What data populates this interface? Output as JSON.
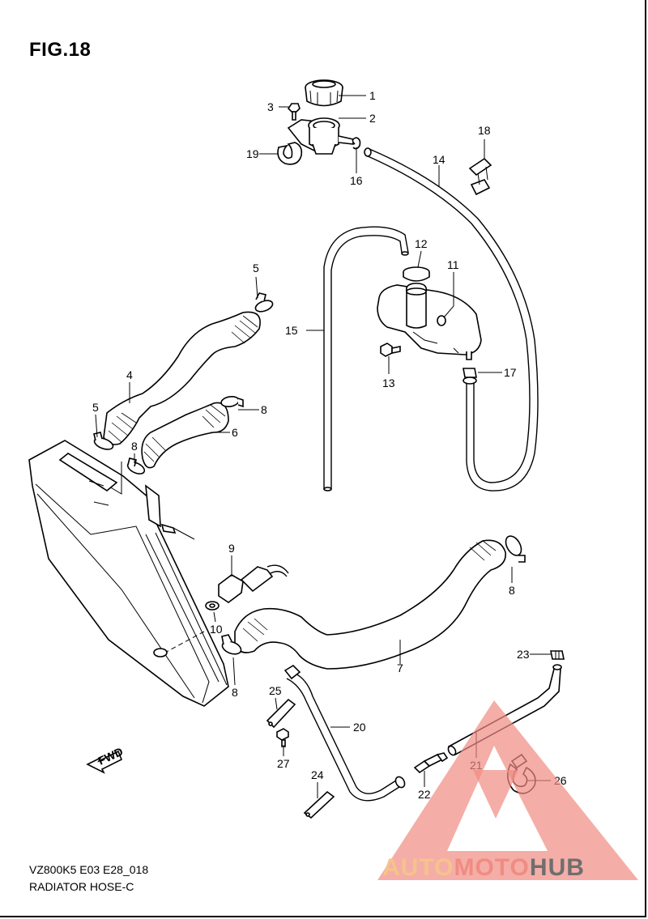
{
  "figure": {
    "title": "FIG.18",
    "code": "VZ800K5 E03 E28_018",
    "caption": "RADIATOR HOSE-C",
    "direction_badge": "FWD"
  },
  "callouts": {
    "c1": "1",
    "c2": "2",
    "c3": "3",
    "c4": "4",
    "c5a": "5",
    "c5b": "5",
    "c6": "6",
    "c7": "7",
    "c8a": "8",
    "c8b": "8",
    "c8c": "8",
    "c8d": "8",
    "c9": "9",
    "c10": "10",
    "c11": "11",
    "c12": "12",
    "c13": "13",
    "c14": "14",
    "c15": "15",
    "c16": "16",
    "c17": "17",
    "c18": "18",
    "c19": "19",
    "c20": "20",
    "c21": "21",
    "c22": "22",
    "c23": "23",
    "c24": "24",
    "c25": "25",
    "c26": "26",
    "c27": "27"
  },
  "watermark": {
    "part1": "AUTO",
    "part2": "MOTO",
    "part3": "HUB",
    "colors": {
      "triangle": "#f08c82",
      "auto": "#f6c38a",
      "moto": "#f08c82",
      "hub": "#6e6e6e"
    }
  }
}
